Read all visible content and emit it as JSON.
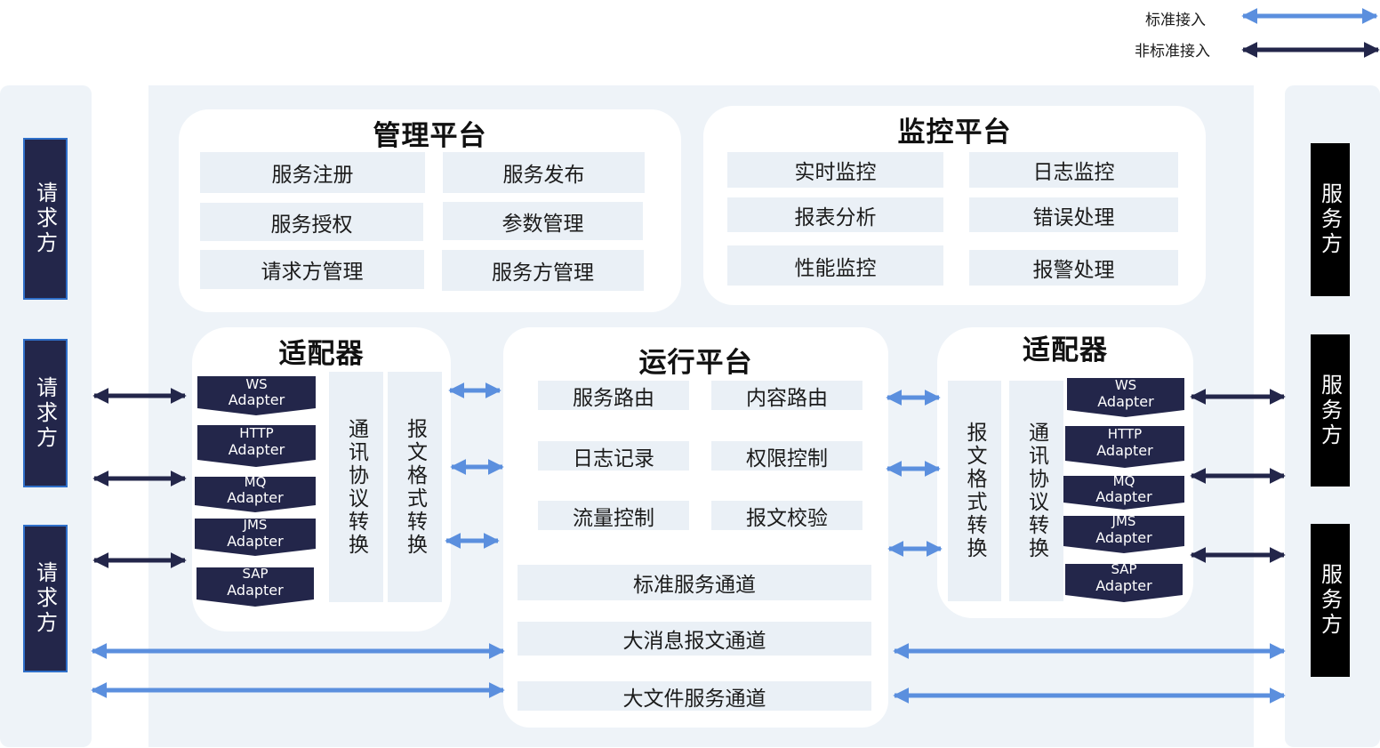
{
  "legend": {
    "standard": "标准接入",
    "non_standard": "非标准接入",
    "standard_color": "#5b8fde",
    "non_standard_color": "#23264a"
  },
  "requesters": [
    "请求方",
    "请求方",
    "请求方"
  ],
  "providers": [
    "服务方",
    "服务方",
    "服务方"
  ],
  "management": {
    "title": "管理平台",
    "items": [
      "服务注册",
      "服务发布",
      "服务授权",
      "参数管理",
      "请求方管理",
      "服务方管理"
    ]
  },
  "monitoring": {
    "title": "监控平台",
    "items": [
      "实时监控",
      "日志监控",
      "报表分析",
      "错误处理",
      "性能监控",
      "报警处理"
    ]
  },
  "adapter_left": {
    "title": "适配器",
    "adapters": [
      {
        "line1": "WS",
        "line2": "Adapter"
      },
      {
        "line1": "HTTP",
        "line2": "Adapter"
      },
      {
        "line1": "MQ",
        "line2": "Adapter"
      },
      {
        "line1": "JMS",
        "line2": "Adapter"
      },
      {
        "line1": "SAP",
        "line2": "Adapter"
      }
    ],
    "protocol": "通讯协议转换",
    "format": "报文格式转换"
  },
  "adapter_right": {
    "title": "适配器",
    "adapters": [
      {
        "line1": "WS",
        "line2": "Adapter"
      },
      {
        "line1": "HTTP",
        "line2": "Adapter"
      },
      {
        "line1": "MQ",
        "line2": "Adapter"
      },
      {
        "line1": "JMS",
        "line2": "Adapter"
      },
      {
        "line1": "SAP",
        "line2": "Adapter"
      }
    ],
    "format": "报文格式转换",
    "protocol": "通讯协议转换"
  },
  "runtime": {
    "title": "运行平台",
    "items": [
      "服务路由",
      "内容路由",
      "日志记录",
      "权限控制",
      "流量控制",
      "报文校验"
    ],
    "channels": [
      "标准服务通道",
      "大消息报文通道",
      "大文件服务通道"
    ]
  },
  "colors": {
    "background_column": "#eef3f8",
    "cell": "#eaf0f6",
    "requester_box": "#23264a",
    "provider_box": "#000000",
    "adapter_box": "#23264a"
  }
}
